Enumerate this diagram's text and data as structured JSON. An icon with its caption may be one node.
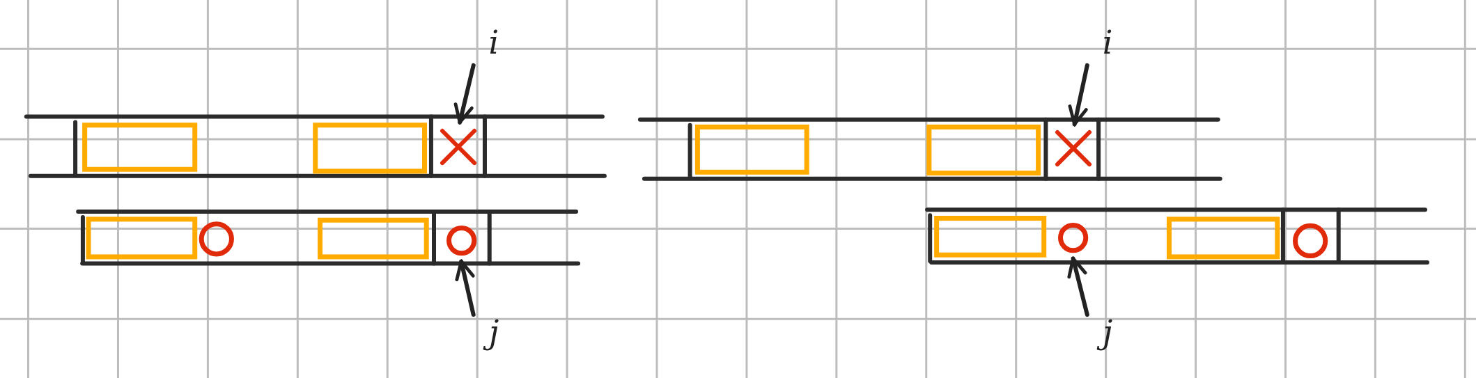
{
  "diagram": {
    "nodes": [
      {
        "text": [
          "i"
        ]
      },
      {
        "text": [],
        "shape": "cross"
      },
      {
        "text": [
          "j"
        ]
      },
      {
        "text": [],
        "shape": "circle"
      },
      {
        "text": [
          "i"
        ]
      },
      {
        "text": [],
        "shape": "cross"
      },
      {
        "text": [
          "j"
        ]
      },
      {
        "text": [],
        "shape": "circle"
      }
    ],
    "edges": [
      {
        "from": 0,
        "to": 1,
        "arrow": "to"
      },
      {
        "from": 2,
        "to": 3,
        "arrow": "to"
      },
      {
        "from": 4,
        "to": 5,
        "arrow": "to"
      },
      {
        "from": 6,
        "to": 7,
        "arrow": "to"
      }
    ]
  }
}
